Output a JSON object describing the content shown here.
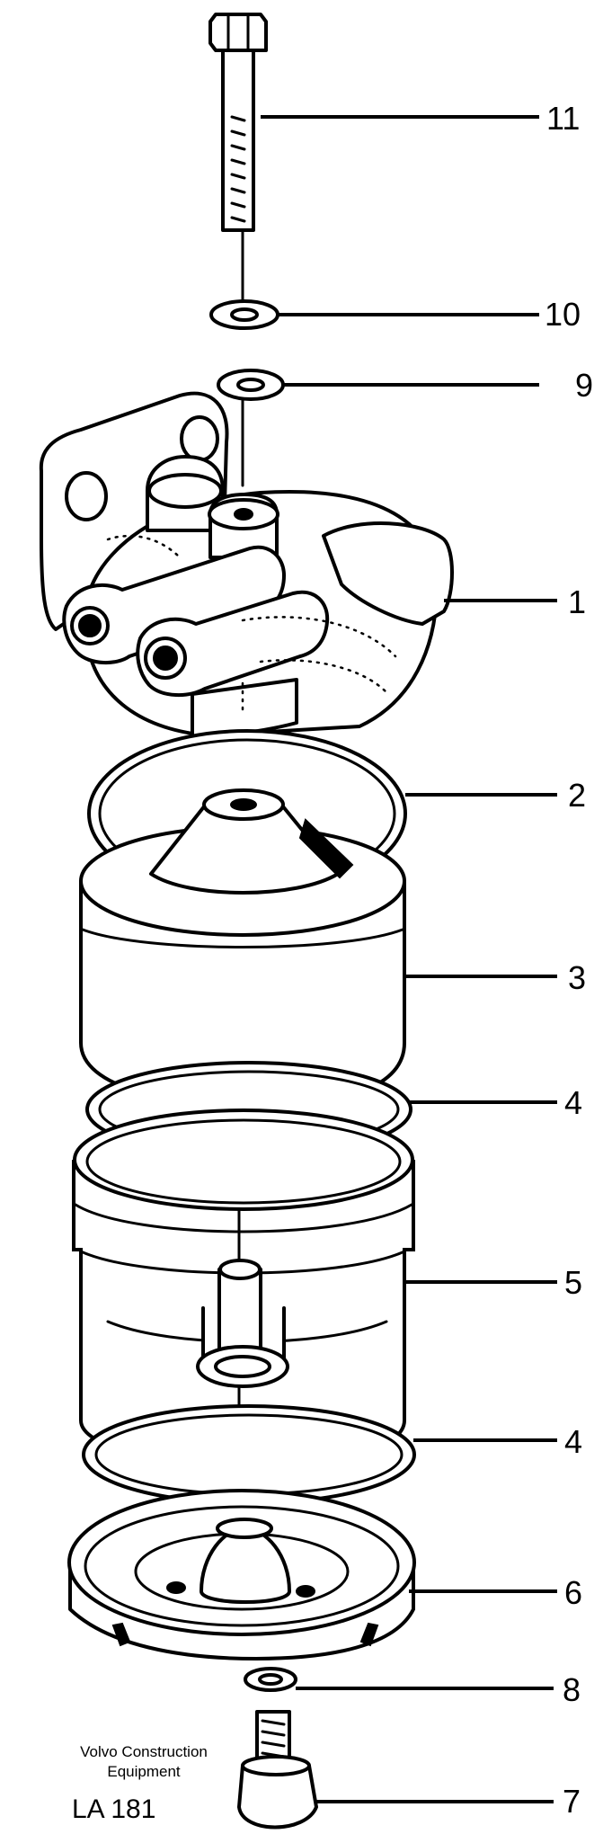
{
  "figure": {
    "callouts": [
      {
        "id": "callout-11",
        "label": "11"
      },
      {
        "id": "callout-10",
        "label": "10"
      },
      {
        "id": "callout-9",
        "label": "9"
      },
      {
        "id": "callout-1",
        "label": "1"
      },
      {
        "id": "callout-2",
        "label": "2"
      },
      {
        "id": "callout-3",
        "label": "3"
      },
      {
        "id": "callout-4a",
        "label": "4"
      },
      {
        "id": "callout-5",
        "label": "5"
      },
      {
        "id": "callout-4b",
        "label": "4"
      },
      {
        "id": "callout-6",
        "label": "6"
      },
      {
        "id": "callout-8",
        "label": "8"
      },
      {
        "id": "callout-7",
        "label": "7"
      }
    ],
    "manufacturer_line1": "Volvo Construction",
    "manufacturer_line2": "Equipment",
    "drawing_code": "LA 181"
  }
}
